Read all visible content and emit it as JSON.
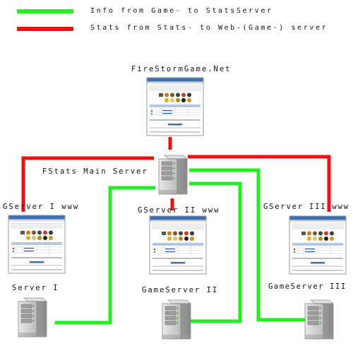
{
  "legend": [
    {
      "text": "Info from Game- to StatsServer",
      "color": "#22ee22"
    },
    {
      "text": "Stats from Stats- to Web-(Game-) server",
      "color": "#ee1111"
    }
  ],
  "labels": {
    "website": "FireStormGame.Net",
    "main_server": "FStats Main Server",
    "gserver1": "GServer I www",
    "gserver2": "GServer II www",
    "gserver3": "GServer III www",
    "server1": "Server I",
    "gameserver2": "GameServer II",
    "gameserver3": "GameServer III"
  },
  "colors": {
    "info_line": "#22ee22",
    "stats_line": "#ee1111",
    "server_body": "#c9c9c9"
  },
  "icons": [
    "server-tower-icon",
    "web-page-thumbnail"
  ]
}
